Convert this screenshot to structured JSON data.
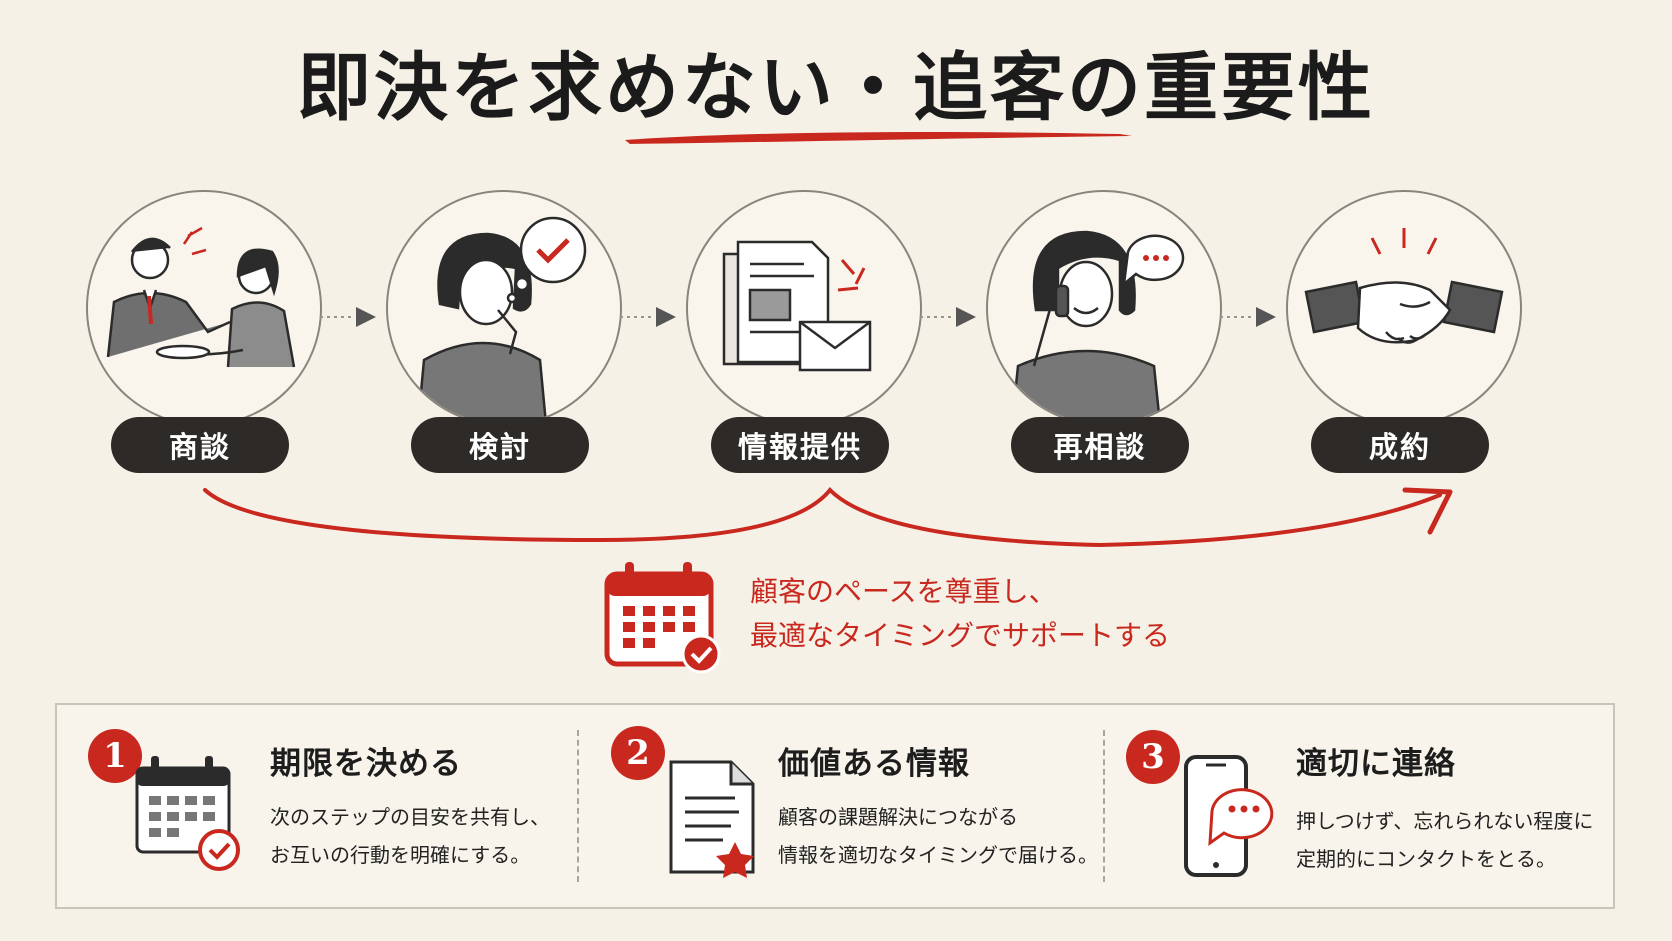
{
  "title": "即決を求めない・追客の重要性",
  "steps": [
    {
      "label": "商談",
      "icon": "meeting-icon"
    },
    {
      "label": "検討",
      "icon": "thinking-icon"
    },
    {
      "label": "情報提供",
      "icon": "documents-mail-icon"
    },
    {
      "label": "再相談",
      "icon": "phone-call-icon"
    },
    {
      "label": "成約",
      "icon": "handshake-icon"
    }
  ],
  "message": {
    "line1": "顧客のペースを尊重し、",
    "line2": "最適なタイミングでサポートする",
    "icon": "calendar-check-icon"
  },
  "features": [
    {
      "number": "1",
      "title": "期限を決める",
      "line1": "次のステップの目安を共有し、",
      "line2": "お互いの行動を明確にする。",
      "icon": "calendar-check-icon"
    },
    {
      "number": "2",
      "title": "価値ある情報",
      "line1": "顧客の課題解決につながる",
      "line2": "情報を適切なタイミングで届ける。",
      "icon": "document-star-icon"
    },
    {
      "number": "3",
      "title": "適切に連絡",
      "line1": "押しつけず、忘れられない程度に",
      "line2": "定期的にコンタクトをとる。",
      "icon": "smartphone-chat-icon"
    }
  ],
  "colors": {
    "accent": "#c8281e",
    "pill": "#2d2a27",
    "background": "#f6f1e7"
  }
}
